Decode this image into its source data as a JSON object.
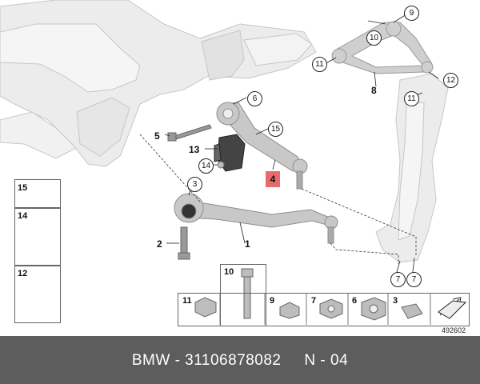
{
  "callouts": {
    "c9": "9",
    "c10": "10",
    "c11_top": "11",
    "c8": "8",
    "c12": "12",
    "c11_knuckle": "11",
    "c6": "6",
    "c5": "5",
    "c15": "15",
    "c13": "13",
    "c14": "14",
    "c4": "4",
    "c3": "3",
    "c2": "2",
    "c1": "1",
    "c7a": "7",
    "c7b": "7"
  },
  "side_parts": [
    "15",
    "14",
    "12"
  ],
  "bottom_parts": [
    "10",
    "11",
    "9",
    "7",
    "6",
    "3"
  ],
  "highlight_color": "#e96a6a",
  "ref_number": "492602",
  "footer": {
    "text": "BMW - 31106878082     N - 04"
  }
}
